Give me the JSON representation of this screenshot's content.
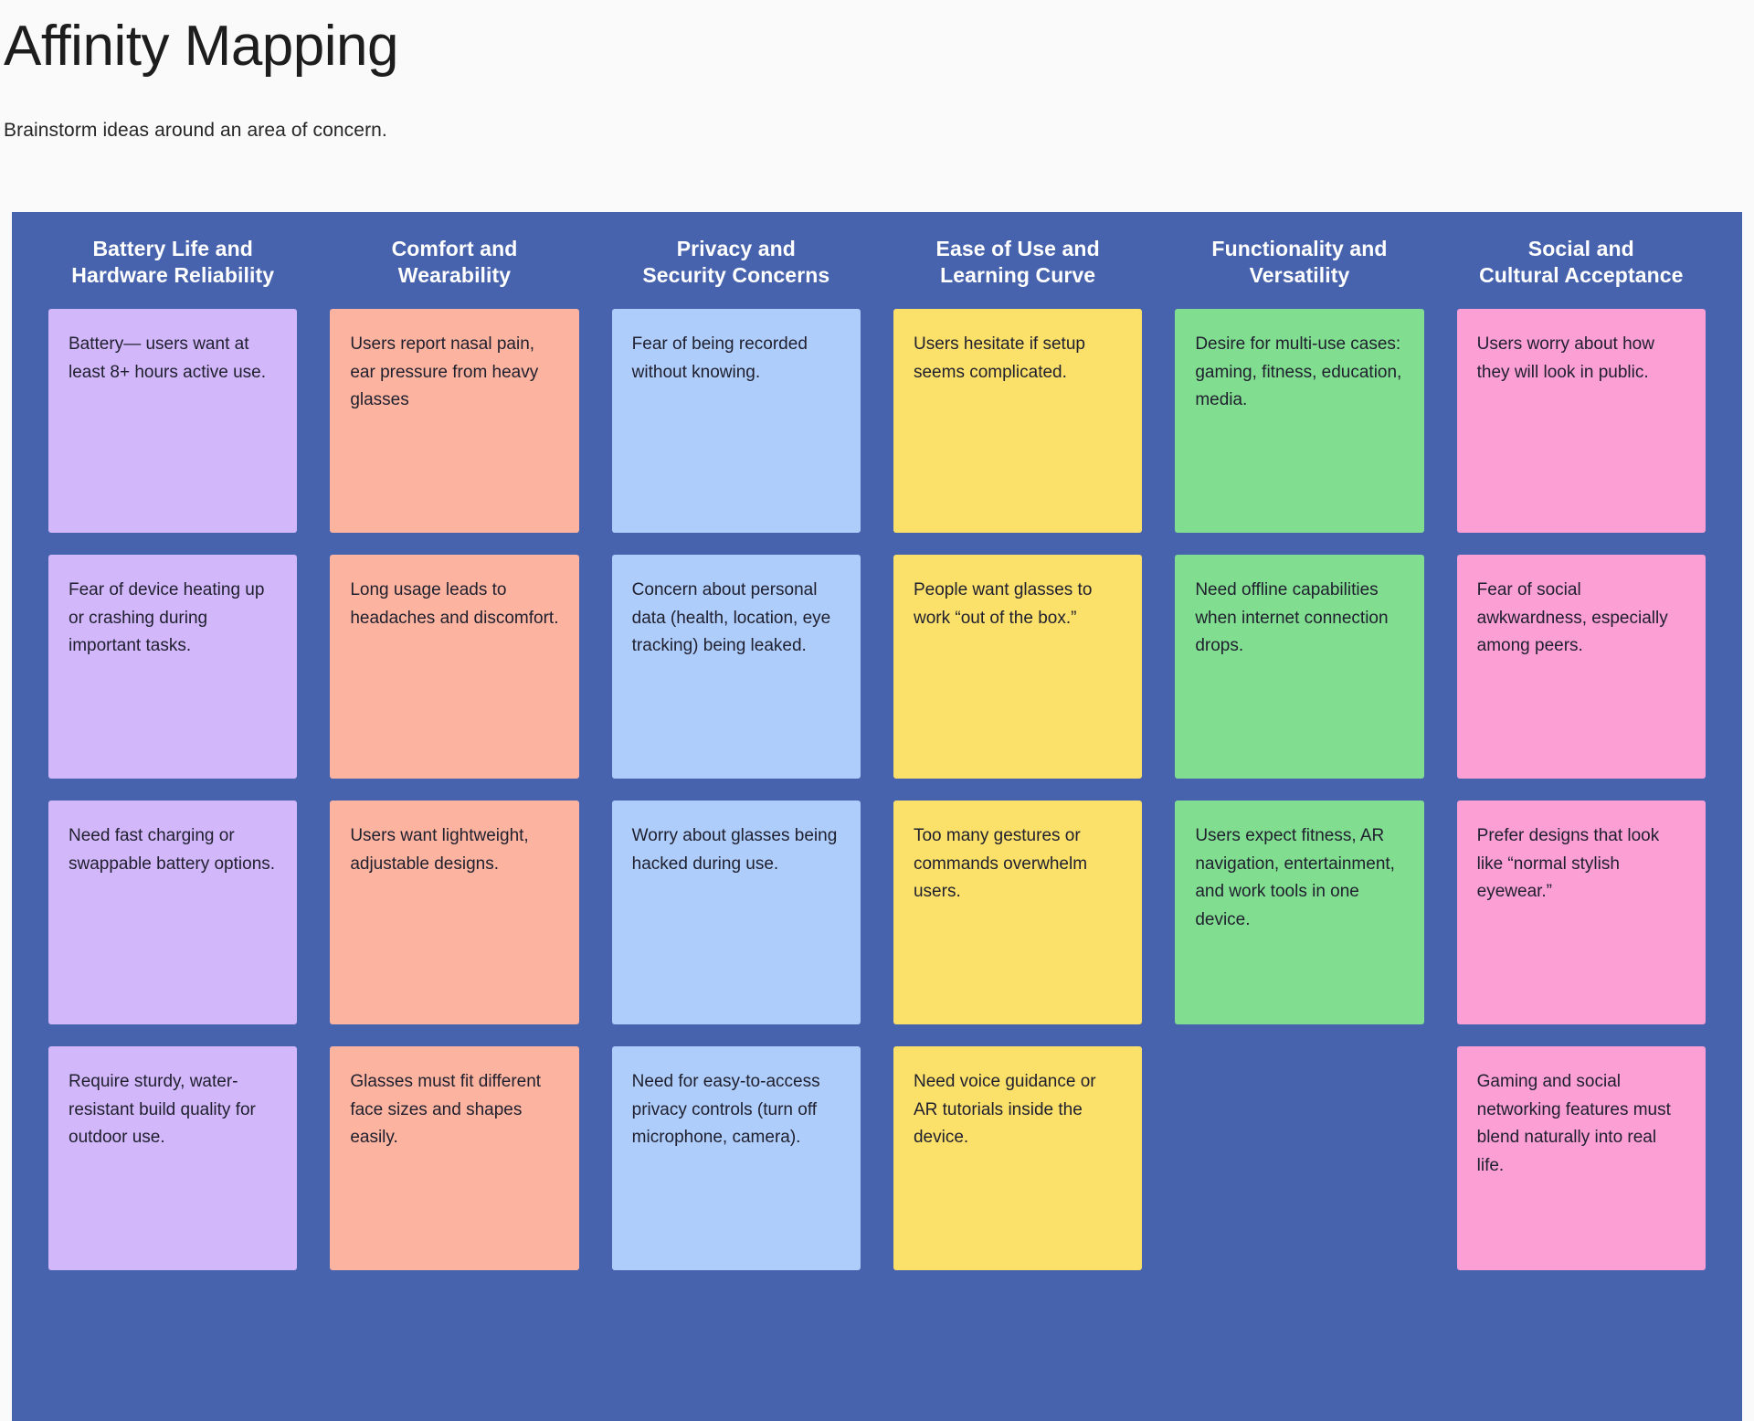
{
  "header": {
    "title": "Affinity Mapping",
    "subtitle": "Brainstorm ideas around an area of concern."
  },
  "board": {
    "background_color": "#4863ad",
    "columns": [
      {
        "title": "Battery Life and\nHardware Reliability",
        "note_color": "#d2b8fb",
        "notes": [
          "Battery— users want at least 8+ hours active use.",
          "Fear of device heating up or crashing during important tasks.",
          "Need fast charging or swappable battery options.",
          "Require sturdy, water-resistant build quality for outdoor use."
        ]
      },
      {
        "title": "Comfort and\nWearability",
        "note_color": "#fcb4a0",
        "notes": [
          "Users report nasal pain, ear pressure from heavy glasses",
          "Long usage leads to headaches and discomfort.",
          "Users want lightweight, adjustable designs.",
          "Glasses must fit different face sizes and shapes easily."
        ]
      },
      {
        "title": "Privacy and\nSecurity Concerns",
        "note_color": "#aecdfb",
        "notes": [
          "Fear of being recorded without knowing.",
          "Concern about personal data (health, location, eye tracking) being leaked.",
          "Worry about glasses being hacked during use.",
          "Need for easy-to-access privacy controls (turn off microphone, camera)."
        ]
      },
      {
        "title": "Ease of Use and\nLearning Curve",
        "note_color": "#fbe06a",
        "notes": [
          "Users hesitate if setup seems complicated.",
          "People want glasses to work “out of the box.”",
          "Too many gestures or commands overwhelm users.",
          "Need voice guidance or AR tutorials inside the device."
        ]
      },
      {
        "title": "Functionality and\nVersatility",
        "note_color": "#81dd8f",
        "notes": [
          "Desire for multi-use cases: gaming, fitness, education, media.",
          "Need offline capabilities when internet connection drops.",
          "Users expect fitness, AR navigation, entertainment, and work tools in one device.",
          ""
        ]
      },
      {
        "title": "Social and\nCultural Acceptance",
        "note_color": "#fb9fd5",
        "notes": [
          "Users worry about how they will look in public.",
          "Fear of social awkwardness, especially among peers.",
          "Prefer designs that look like “normal stylish eyewear.”",
          "Gaming and social networking features must blend naturally into real life."
        ]
      }
    ]
  }
}
